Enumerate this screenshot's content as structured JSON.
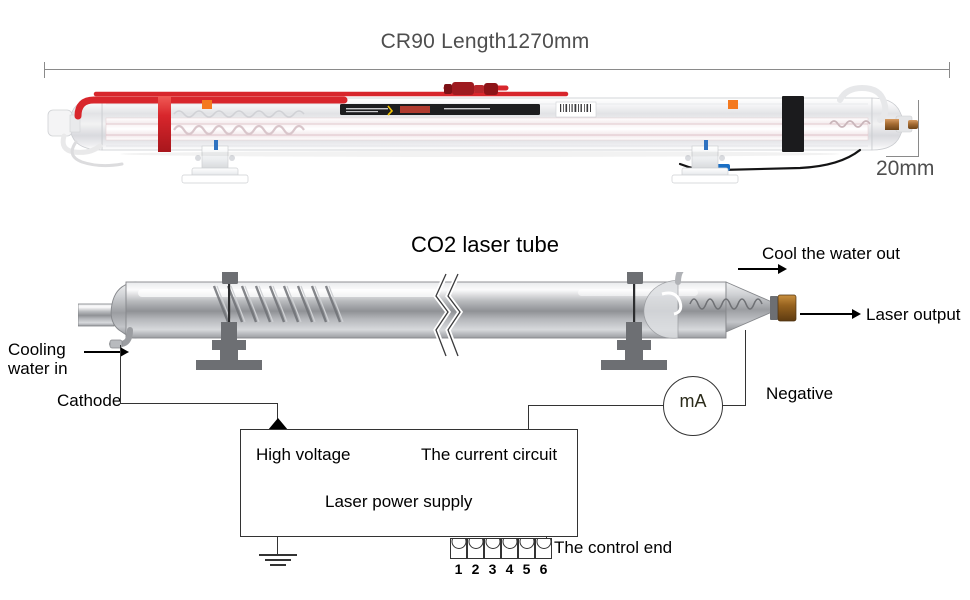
{
  "photo_panel": {
    "title": "CR90 Length1270mm",
    "length_dimension": "1270mm",
    "diameter_label": "20mm",
    "product_code": "CR90"
  },
  "schematic": {
    "title": "CO2 laser tube",
    "labels": {
      "cooling_water_in_line1": "Cooling",
      "cooling_water_in_line2": "water in",
      "cathode": "Cathode",
      "cool_water_out": "Cool the water out",
      "laser_output": "Laser output",
      "negative": "Negative",
      "control_end": "The control end"
    },
    "power_supply": {
      "high_voltage": "High voltage",
      "current_circuit": "The current circuit",
      "name": "Laser power supply"
    },
    "meter": {
      "unit": "mA"
    },
    "connector": {
      "pins": [
        "1",
        "2",
        "3",
        "4",
        "5",
        "6"
      ]
    }
  },
  "colors": {
    "title_gray": "#4e4e4e",
    "line_gray": "#8a8a8a",
    "wire_black": "#333333",
    "tube_red": "#d8262c",
    "output_copper": "#8a5a22",
    "glass_gray": "#a8a8a8"
  }
}
